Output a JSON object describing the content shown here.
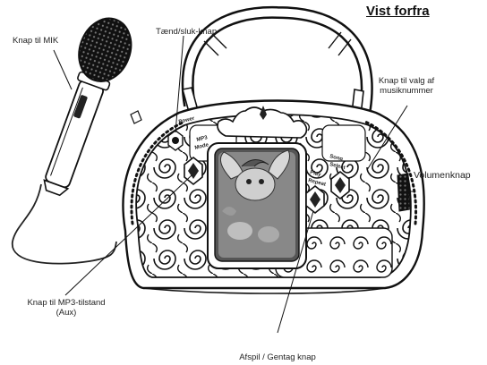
{
  "title": "Vist forfra",
  "labels": {
    "microphone": "Knap til MIK",
    "power_switch": "Tænd/sluk-knap",
    "song_select_line1": "Knap til valg af",
    "song_select_line2": "musiknummer",
    "volume": "Volumenknap",
    "mp3_mode_line1": "Knap til MP3-tilstand",
    "mp3_mode_line2": "(Aux)",
    "play_repeat": "Afspil / Gentag knap"
  },
  "device_buttons": {
    "power": "Power",
    "mp3_line1": "MP3",
    "mp3_line2": "Mode",
    "song_line1": "Song",
    "song_line2": "Select",
    "play_line1": "Play",
    "play_line2": "Repeat"
  },
  "icons": [
    "microphone-icon",
    "speaker-handle-icon",
    "swirl-ornament-icon",
    "pony-picture-icon"
  ]
}
